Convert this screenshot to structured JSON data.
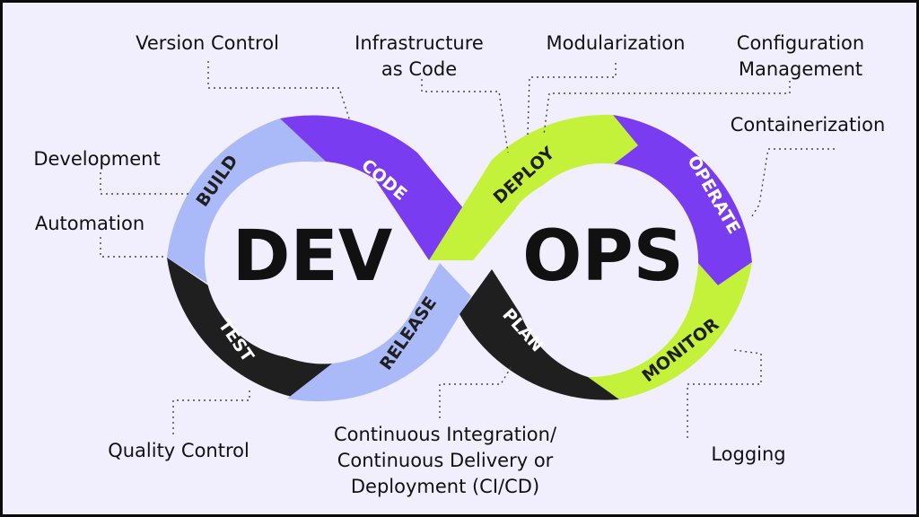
{
  "diagram": {
    "center_left": "DEV",
    "center_right": "OPS",
    "segments": {
      "code": "CODE",
      "build": "BUILD",
      "test": "TEST",
      "release": "RELEASE",
      "deploy": "DEPLOY",
      "operate": "OPERATE",
      "monitor": "MONITOR",
      "plan": "PLAN"
    },
    "annotations": {
      "version_control": "Version Control",
      "infrastructure": [
        "Infrastructure",
        "as Code"
      ],
      "modularization": "Modularization",
      "configuration": [
        "Configuration",
        "Management"
      ],
      "containerization": "Containerization",
      "development": "Development",
      "automation": "Automation",
      "quality_control": "Quality Control",
      "cicd": [
        "Continuous Integration/",
        "Continuous Delivery or",
        "Deployment (CI/CD)"
      ],
      "logging": "Logging"
    }
  },
  "colors": {
    "background": "#f1effe",
    "frame": "#0b0b0b",
    "purple": "#7a3cf0",
    "periwinkle": "#aab9f8",
    "black": "#1f1f1f",
    "lime": "#c4f23a",
    "text": "#111111"
  }
}
